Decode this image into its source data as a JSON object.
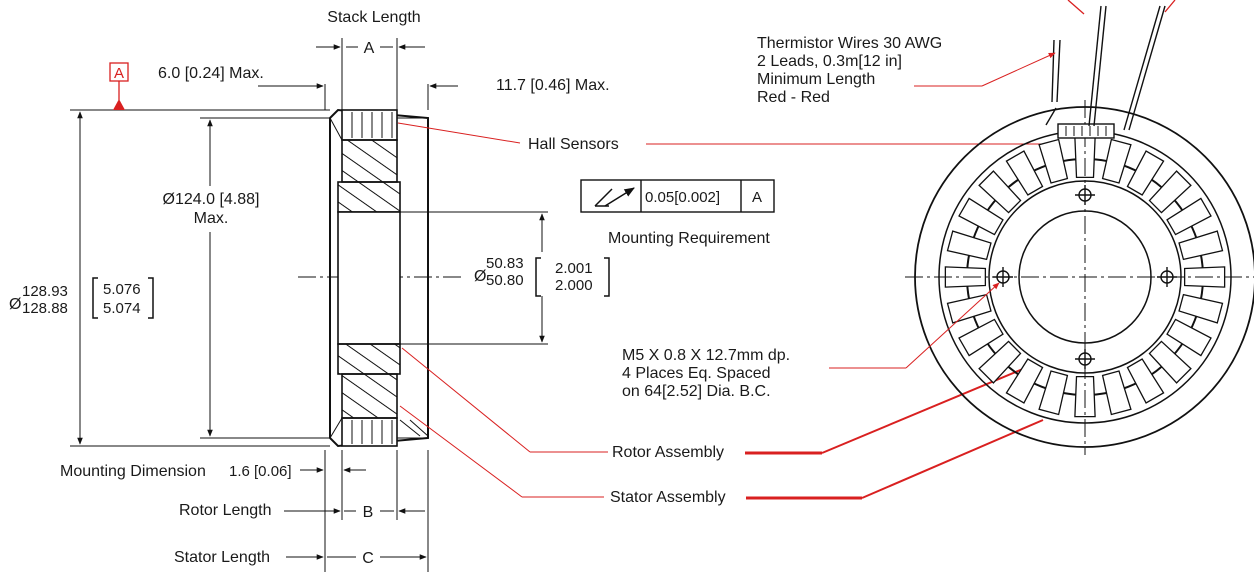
{
  "datum": {
    "letter": "A"
  },
  "dimensions": {
    "stack_length": "Stack Length",
    "stack_letter": "A",
    "left_max": "6.0 [0.24] Max.",
    "right_max": "11.7 [0.46] Max.",
    "outer_dia_line1": "Ø124.0 [4.88]",
    "outer_dia_line2": "Max.",
    "overall_dia_prefix": "Ø",
    "overall_dia_mm_upper": "128.93",
    "overall_dia_mm_lower": "128.88",
    "overall_dia_in_upper": "5.076",
    "overall_dia_in_lower": "5.074",
    "bore_dia_prefix": "Ø",
    "bore_dia_mm_upper": "50.83",
    "bore_dia_mm_lower": "50.80",
    "bore_dia_in_upper": "2.001",
    "bore_dia_in_lower": "2.000",
    "mounting_dimension": "Mounting Dimension",
    "mounting_value": "1.6 [0.06]",
    "rotor_length": "Rotor Length",
    "rotor_letter": "B",
    "stator_length": "Stator Length",
    "stator_letter": "C"
  },
  "tolerance": {
    "value": "0.05[0.002]",
    "datum": "A",
    "caption": "Mounting Requirement"
  },
  "callouts": {
    "hall_sensors": "Hall Sensors",
    "thermistor_line1": "Thermistor Wires 30 AWG",
    "thermistor_line2": "2 Leads, 0.3m[12 in]",
    "thermistor_line3": "Minimum Length",
    "thermistor_line4": "Red - Red",
    "holes_line1": "M5 X 0.8 X 12.7mm dp.",
    "holes_line2": "4 Places Eq. Spaced",
    "holes_line3": "on 64[2.52] Dia. B.C.",
    "rotor_assembly": "Rotor Assembly",
    "stator_assembly": "Stator Assembly"
  },
  "colors": {
    "leader": "#d92020",
    "line": "#111111"
  }
}
